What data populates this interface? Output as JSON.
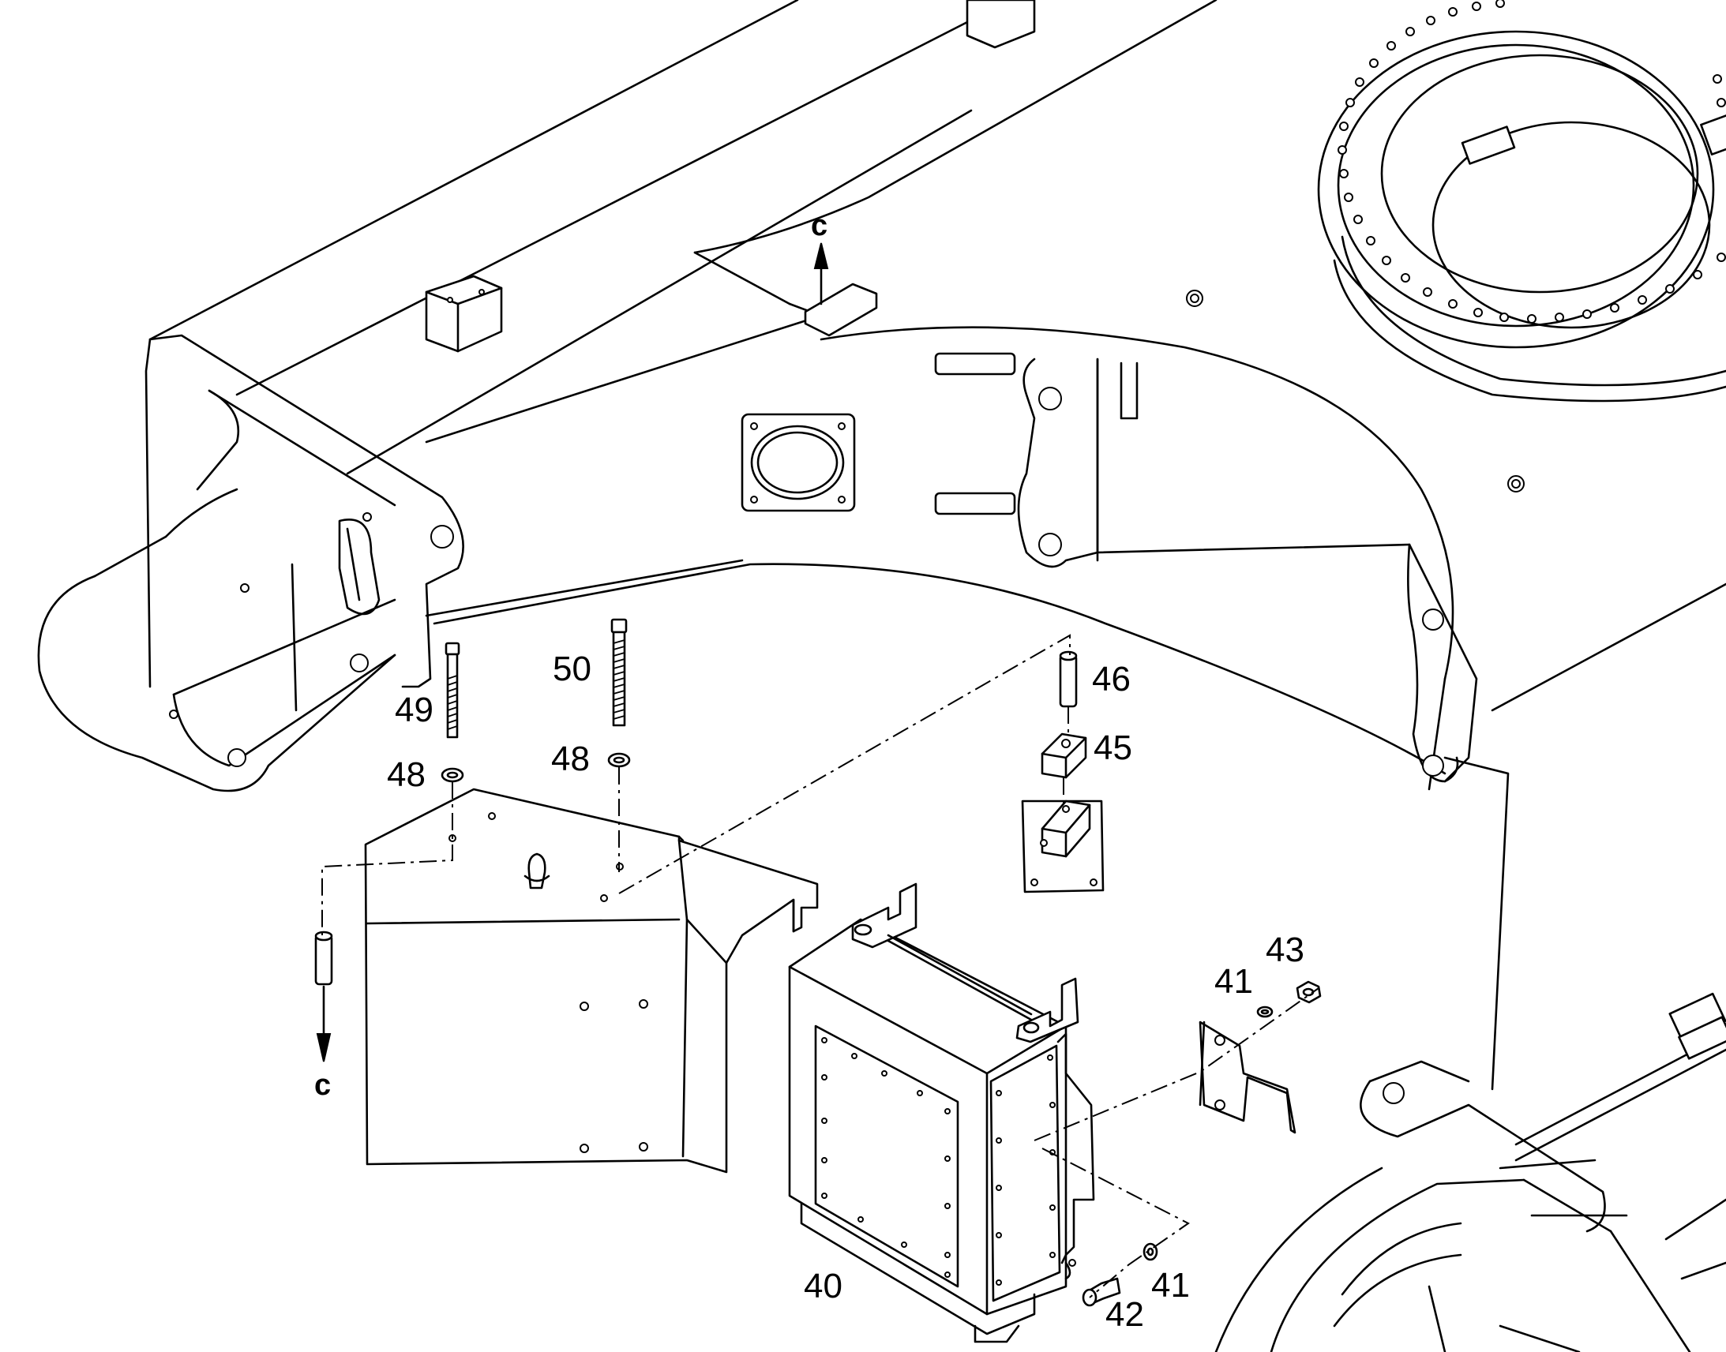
{
  "callouts": [
    {
      "id": "40",
      "text": "40"
    },
    {
      "id": "41a",
      "text": "41"
    },
    {
      "id": "41b",
      "text": "41"
    },
    {
      "id": "42",
      "text": "42"
    },
    {
      "id": "43",
      "text": "43"
    },
    {
      "id": "45",
      "text": "45"
    },
    {
      "id": "46",
      "text": "46"
    },
    {
      "id": "48a",
      "text": "48"
    },
    {
      "id": "48b",
      "text": "48"
    },
    {
      "id": "49",
      "text": "49"
    },
    {
      "id": "50",
      "text": "50"
    }
  ],
  "references": [
    {
      "id": "c-top",
      "text": "c"
    },
    {
      "id": "c-bottom",
      "text": "c"
    }
  ]
}
